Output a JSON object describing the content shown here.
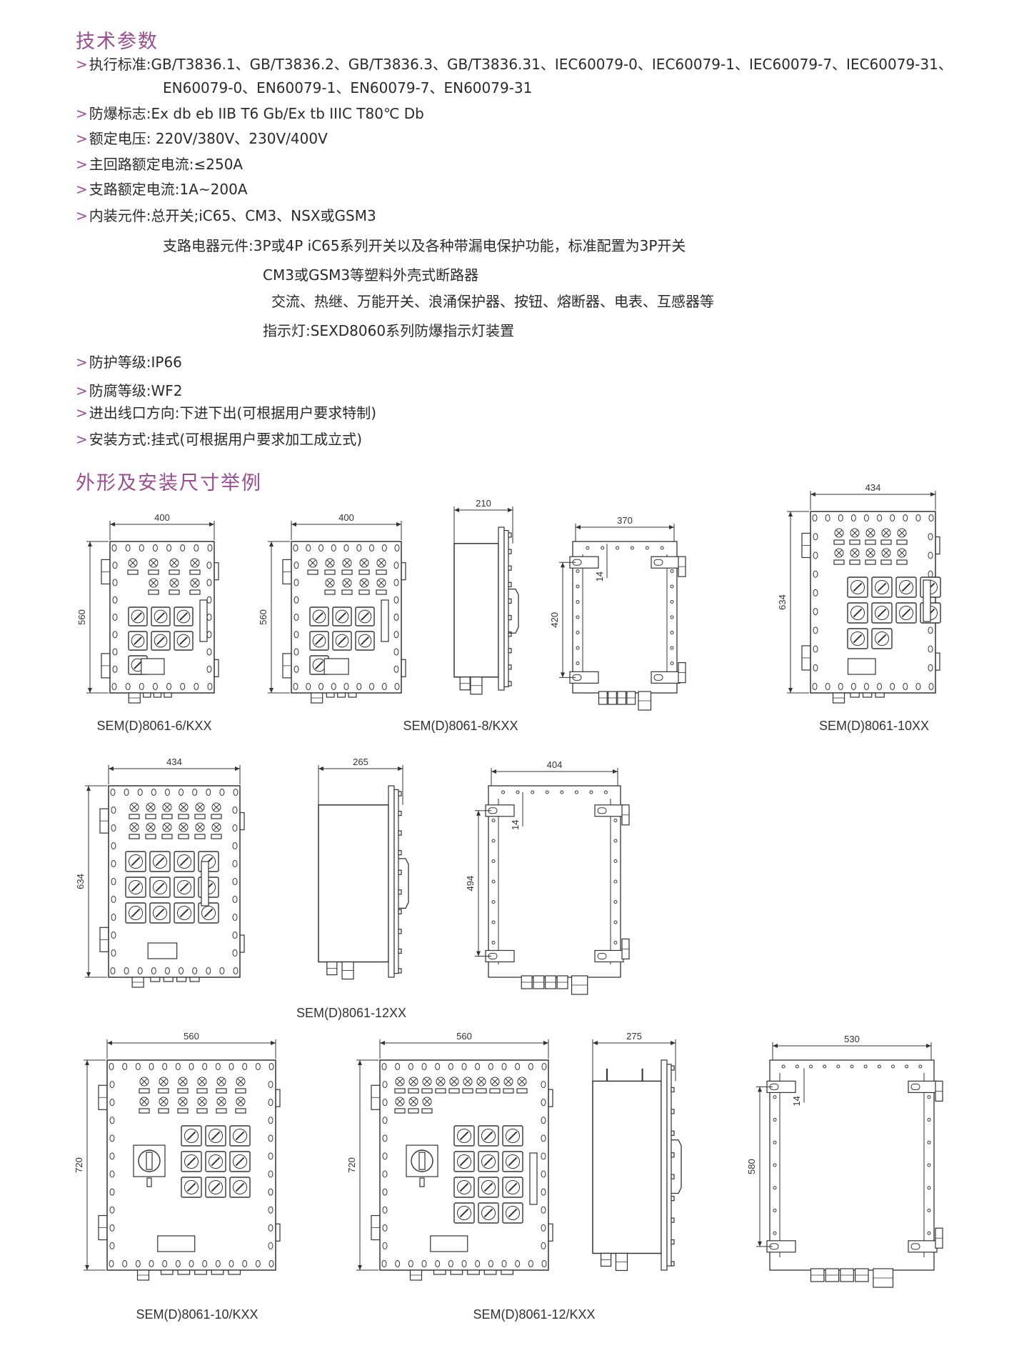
{
  "spec": {
    "title": "技术参数",
    "arrow": ">",
    "lines": [
      "执行标准:GB/T3836.1、GB/T3836.2、GB/T3836.3、GB/T3836.31、IEC60079-0、IEC60079-1、IEC60079-7、IEC60079-31、",
      "EN60079-0、EN60079-1、EN60079-7、EN60079-31",
      "防爆标志:Ex db eb IIB T6 Gb/Ex tb IIIC T80℃ Db",
      "额定电压: 220V/380V、230V/400V",
      "主回路额定电流:≤250A",
      "支路额定电流:1A~200A",
      "内装元件:总开关;iC65、CM3、NSX或GSM3",
      "支路电器元件:3P或4P iC65系列开关以及各种带漏电保护功能，标准配置为3P开关",
      "CM3或GSM3等塑料外壳式断路器",
      "交流、热继、万能开关、浪涌保护器、按钮、熔断器、电表、互感器等",
      "指示灯:SEXD8060系列防爆指示灯装置",
      "防护等级:IP66",
      "防腐等级:WF2",
      "进出线口方向:下进下出(可根据用户要求特制)",
      "安装方式:挂式(可根据用户要求加工成立式)"
    ]
  },
  "drawings_title": "外形及安装尺寸举例",
  "drawings": [
    {
      "width": "400",
      "height": "560"
    },
    {
      "width": "400",
      "height": "560"
    },
    {
      "width": "210"
    },
    {
      "width": "370",
      "height": "420",
      "offset": "14"
    },
    {
      "width": "434",
      "height": "634"
    },
    {
      "width": "434",
      "height": "634"
    },
    {
      "width": "265"
    },
    {
      "width": "404",
      "height": "494",
      "offset": "14"
    },
    {
      "width": "560",
      "height": "720"
    },
    {
      "width": "560",
      "height": "720"
    },
    {
      "width": "275"
    },
    {
      "width": "530",
      "height": "580",
      "offset": "14"
    }
  ],
  "captions": [
    "SEM(D)8061-6/KXX",
    "SEM(D)8061-8/KXX",
    "SEM(D)8061-10XX",
    "SEM(D)8061-12XX",
    "SEM(D)8061-10/KXX",
    "SEM(D)8061-12/KXX"
  ]
}
